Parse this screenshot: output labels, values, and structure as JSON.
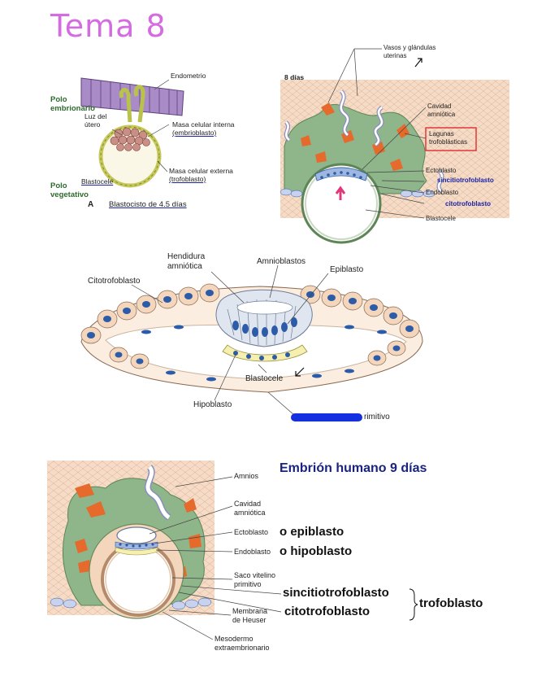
{
  "page": {
    "title": "Tema 8"
  },
  "fig1": {
    "label_endometrio": "Endometrio",
    "label_polo_embrionario_1": "Polo",
    "label_polo_embrionario_2": "embrionario",
    "label_luz_utero_1": "Luz del",
    "label_luz_utero_2": "útero",
    "label_masa_interna_1": "Masa celular interna",
    "label_masa_interna_2": "(embrioblasto)",
    "label_masa_externa_1": "Masa celular externa",
    "label_masa_externa_2": "(trofoblasto)",
    "label_blastocele": "Blastocele",
    "label_polo_vegetativo_1": "Polo",
    "label_polo_vegetativo_2": "vegetativo",
    "caption_letter": "A",
    "caption": "Blastocisto de 4.5 días"
  },
  "fig2": {
    "label_8dias": "8 días",
    "label_vasos_1": "Vasos y glándulas",
    "label_vasos_2": "uterinas",
    "label_cavidad_1": "Cavidad",
    "label_cavidad_2": "amniótica",
    "label_lagunas_1": "Lagunas",
    "label_lagunas_2": "trofoblásticas",
    "label_ectoblasto": "Ectoblasto",
    "label_sincitio": "sincitiotrofoblasto",
    "label_endoblasto": "Endoblasto",
    "label_citotrofo": "citotrofoblasto",
    "label_blastocele": "Blastocele"
  },
  "fig3": {
    "label_hendidura_1": "Hendidura",
    "label_hendidura_2": "amniótica",
    "label_amnioblastos": "Amnioblastos",
    "label_epiblasto": "Epiblasto",
    "label_citotrofoblasto": "Citotrofoblasto",
    "label_blastocele": "Blastocele",
    "label_hipoblasto": "Hipoblasto",
    "label_primitivo": "rimitivo"
  },
  "fig4": {
    "title": "Embrión humano 9 días",
    "label_amnios": "Amnios",
    "label_cavidad_1": "Cavidad",
    "label_cavidad_2": "amniótica",
    "label_ectoblasto": "Ectoblasto",
    "label_o_epiblasto": "o epiblasto",
    "label_endoblasto": "Endoblasto",
    "label_o_hipoblasto": "o hipoblasto",
    "label_saco_1": "Saco vitelino",
    "label_saco_2": "primitivo",
    "label_sincitio": "sincitiotrofoblasto",
    "label_citotrofo": "citotrofoblasto",
    "label_trofoblasto": "trofoblasto",
    "label_heuser_1": "Membrana",
    "label_heuser_2": "de Heuser",
    "label_mesodermo_1": "Mesodermo",
    "label_mesodermo_2": "extraembrionario"
  },
  "colors": {
    "title_pink": "#d46be0",
    "tissue_green": "#8fb58a",
    "lacuna_orange": "#e66a2c",
    "nucleus_blue": "#2c5ca8",
    "cell_peach": "#f4d6bd",
    "endometrium_purple": "#a98bc8",
    "label_blue": "#1c24a8",
    "highlight_red": "#e0383b",
    "redaction_blue": "#1530e0"
  }
}
